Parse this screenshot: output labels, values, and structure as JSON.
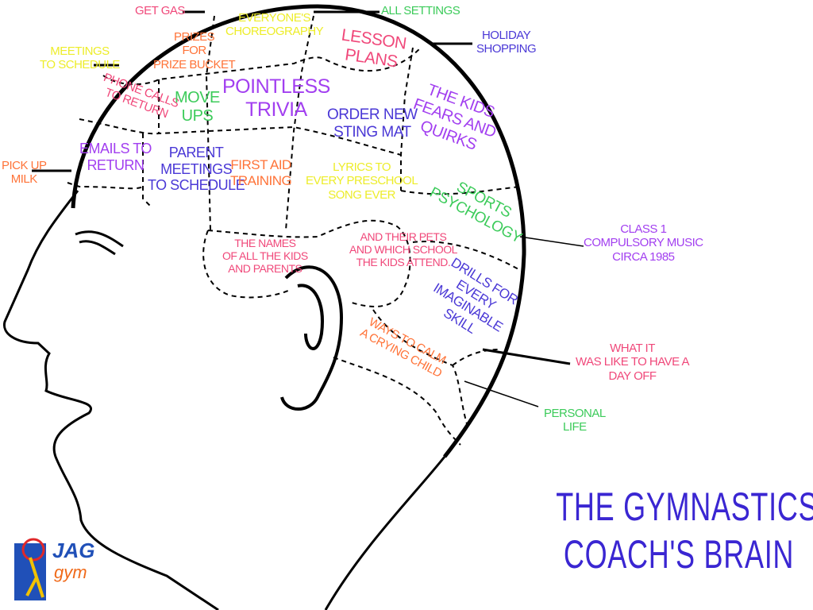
{
  "labels": {
    "get_gas": [
      "GET GAS"
    ],
    "everyones": [
      "EVERYONE'S",
      "CHOREOGRAPHY"
    ],
    "all_settings": [
      "ALL SETTINGS"
    ],
    "prizes": [
      "PRIZES",
      "FOR",
      "PRIZE BUCKET"
    ],
    "lesson": [
      "LESSON",
      "PLANS"
    ],
    "holiday": [
      "HOLIDAY",
      "SHOPPING"
    ],
    "meetings": [
      "MEETINGS",
      "TO SCHEDULE"
    ],
    "phone": [
      "PHONE CALLS",
      "TO RETURN"
    ],
    "move": [
      "MOVE",
      "UPS"
    ],
    "trivia": [
      "POINTLESS",
      "TRIVIA"
    ],
    "order": [
      "ORDER NEW",
      "STING MAT"
    ],
    "kids_fears": [
      "THE KIDS",
      "FEARS AND",
      "QUIRKS"
    ],
    "pick_up": [
      "PICK UP",
      "MILK"
    ],
    "emails": [
      "EMAILS TO",
      "RETURN"
    ],
    "parent": [
      "PARENT",
      "MEETINGS",
      "TO SCHEDULE"
    ],
    "first_aid": [
      "FIRST AID",
      "TRAINING"
    ],
    "lyrics": [
      "LYRICS TO",
      "EVERY PRESCHOOL",
      "SONG EVER"
    ],
    "sports": [
      "SPORTS",
      "PSYCHOLOGY"
    ],
    "class1": [
      "CLASS 1",
      "COMPULSORY MUSIC",
      "CIRCA 1985"
    ],
    "names": [
      "THE NAMES",
      "OF ALL THE KIDS",
      "AND PARENTS"
    ],
    "pets": [
      "AND THEIR PETS",
      "AND WHICH SCHOOL",
      "THE KIDS ATTEND."
    ],
    "drills": [
      "DRILLS FOR",
      "EVERY",
      "IMAGINABLE",
      "SKILL"
    ],
    "ways": [
      "WAYS TO CALM",
      "A CRYING CHILD"
    ],
    "day_off": [
      "WHAT IT",
      "WAS LIKE TO HAVE A",
      "DAY OFF"
    ],
    "personal": [
      "PERSONAL",
      "LIFE"
    ]
  },
  "title": [
    "THE GYMNASTICS",
    "COACH'S BRAIN"
  ],
  "logo": {
    "brand": "JAG",
    "sub": "gym"
  },
  "colors": {
    "pink": "#f0487a",
    "orange": "#ff7338",
    "yellow": "#eded2a",
    "green": "#3ccb5a",
    "purple": "#a23ff0",
    "blue": "#4a38d6",
    "title": "#3a26d2"
  }
}
